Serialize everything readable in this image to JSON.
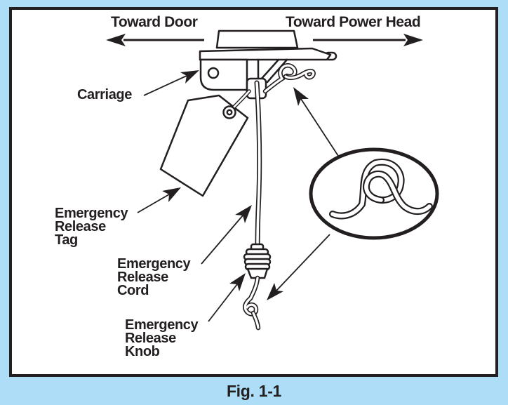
{
  "page": {
    "background_color": "#ADDDF7",
    "line_color": "#231F20",
    "panel_color": "#FFFFFF"
  },
  "figure": {
    "caption": "Fig. 1-1"
  },
  "labels": {
    "toward_door": "Toward Door",
    "toward_power_head": "Toward Power Head",
    "carriage": "Carriage",
    "emergency_release_tag": "Emergency\nRelease\nTag",
    "emergency_release_cord": "Emergency\nRelease\nCord",
    "emergency_release_knob": "Emergency\nRelease\nKnob"
  }
}
